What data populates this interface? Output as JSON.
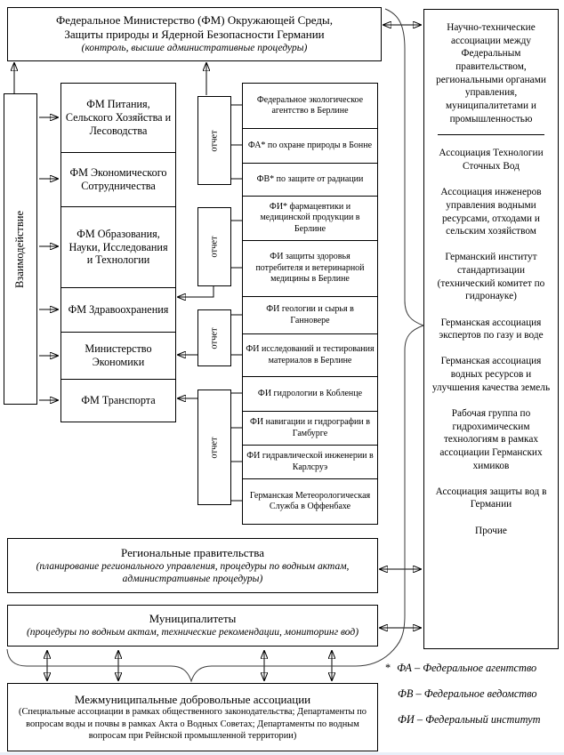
{
  "diagram": {
    "top_ministry": {
      "title_line1": "Федеральное Министерство (ФМ) Окружающей Среды,",
      "title_line2": "Защиты природы и Ядерной Безопасности Германии",
      "subtitle": "(контроль, высшие административные процедуры)"
    },
    "interaction_label": "Взаимодействие",
    "report_label": "отчет",
    "ministries": [
      "ФМ Питания, Сельского Хозяйства и Лесоводства",
      "ФМ Экономического Сотрудничества",
      "ФМ Образования, Науки, Исследования и Технологии",
      "ФМ Здравоохранения",
      "Министерство Экономики",
      "ФМ Транспорта"
    ],
    "agencies": [
      "Федеральное экологическое агентство в Берлине",
      "ФА* по охране природы в Бонне",
      "ФВ* по защите от радиации",
      "ФИ* фармацевтики и медицинской продукции в Берлине",
      "ФИ защиты здоровья потребителя и ветеринарной медицины в Берлине",
      "ФИ геологии и сырья в Ганновере",
      "ФИ исследований и тестирования материалов в Берлине",
      "ФИ гидрологии в Кобленце",
      "ФИ навигации и гидрографии в Гамбурге",
      "ФИ гидравлической инженерии в Карлсруэ",
      "Германская Метеорологическая Служба в Оффенбахе"
    ],
    "associations_panel": {
      "header": "Научно-технические ассоциации между Федеральным правительством, региональными органами управления, муниципалитетами и промышленностью",
      "items": [
        "Ассоциация Технологии Сточных Вод",
        "Ассоциация инженеров управления водными ресурсами, отходами и сельским хозяйством",
        "Германский институт стандартизации (технический комитет по гидронауке)",
        "Германская ассоциация экспертов по газу и воде",
        "Германская ассоциация водных ресурсов и улучшения качества земель",
        "Рабочая группа по гидрохимическим технологиям в рамках ассоциации Германских химиков",
        "Ассоциация защиты вод в Германии",
        "Прочие"
      ]
    },
    "regional_governments": {
      "title": "Региональные правительства",
      "subtitle": "(планирование регионального управления, процедуры по водным актам, административные процедуры)"
    },
    "municipalities": {
      "title": "Муниципалитеты",
      "subtitle": "(процедуры по водным актам, технические рекомендации, мониторинг вод)"
    },
    "inter_municipal": {
      "title": "Межмуниципальные добровольные ассоциации",
      "subtitle": "(Специальные ассоциации в рамках общественного законодательства; Департаменты по вопросам воды и почвы в рамках Акта о Водных Советах; Департаменты по водным вопросам при Рейнской промышленной территории)"
    },
    "legend": {
      "asterisk": "*",
      "items": [
        "ФА – Федеральное агентство",
        "ФВ – Федеральное ведомство",
        "ФИ – Федеральный институт"
      ]
    }
  }
}
